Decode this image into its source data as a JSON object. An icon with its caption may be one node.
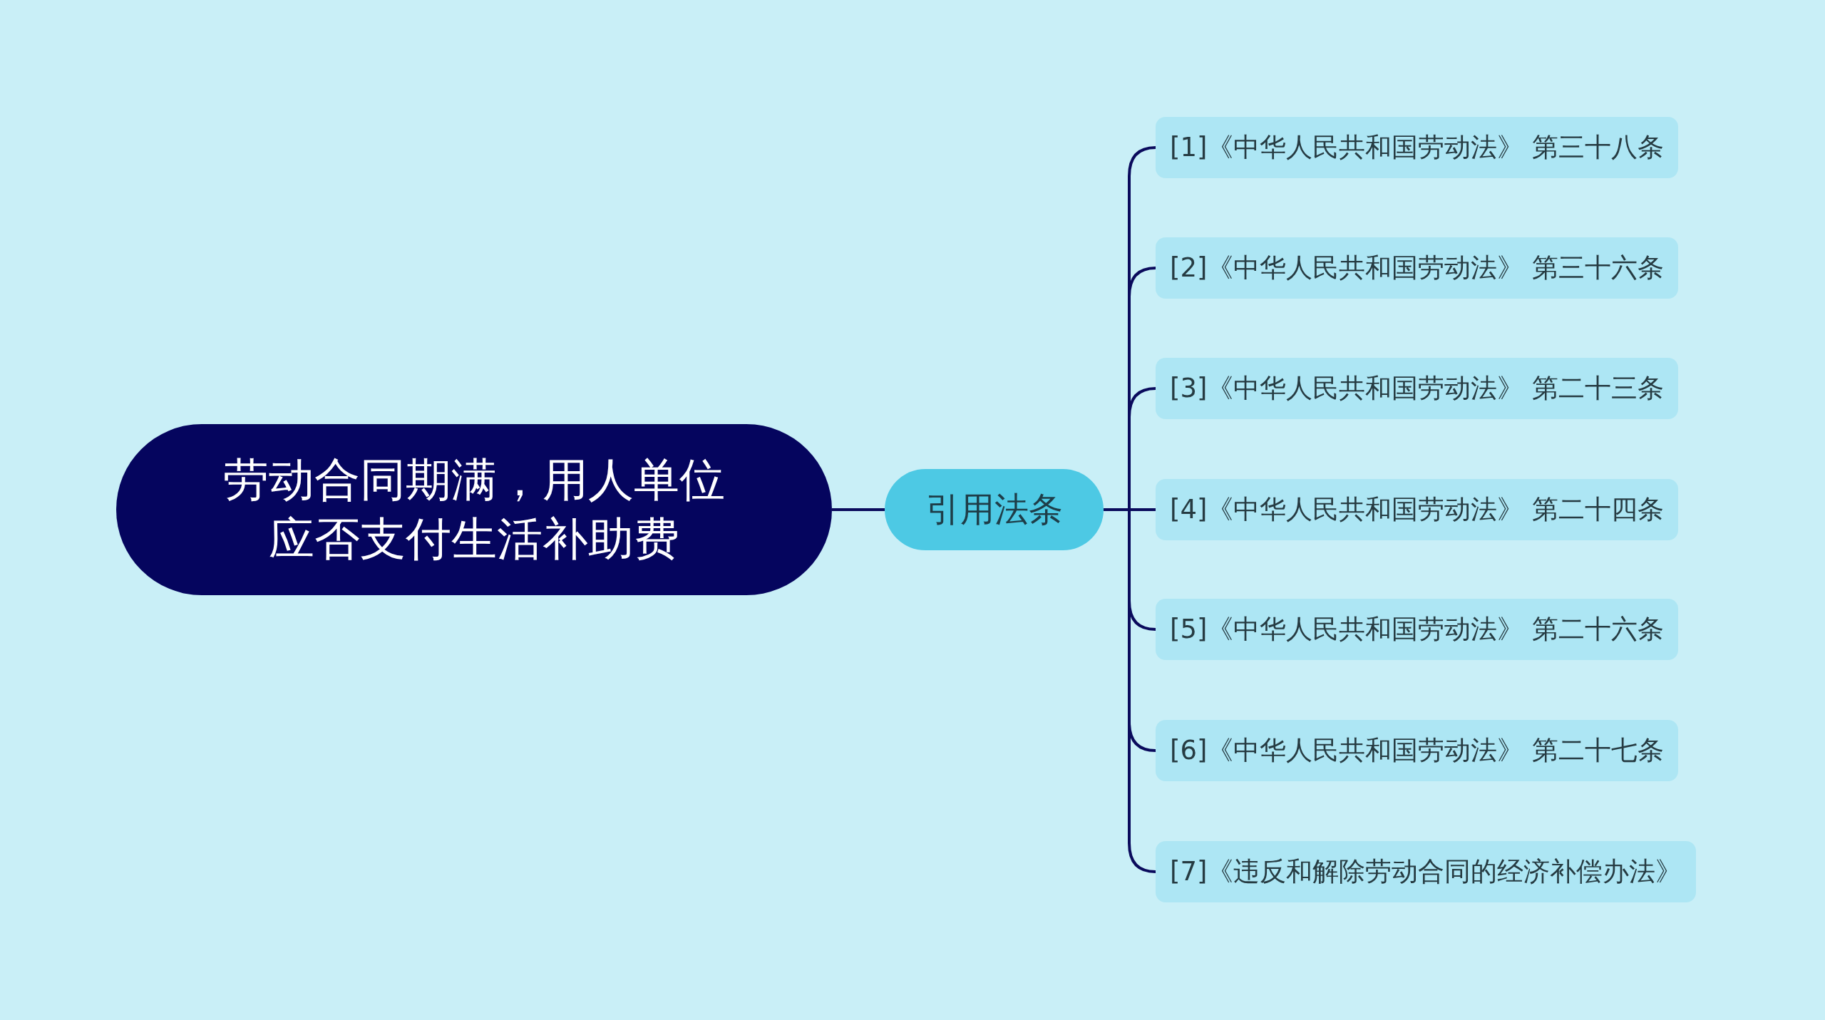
{
  "diagram": {
    "nodes": [
      {
        "text": [
          "劳动合同期满，用人单位应否支付生活补助费"
        ]
      },
      {
        "text": [
          "引用法条"
        ]
      },
      {
        "text": [
          "[1]《中华人民共和国劳动法》 第三十八条"
        ]
      },
      {
        "text": [
          "[2]《中华人民共和国劳动法》 第三十六条"
        ]
      },
      {
        "text": [
          "[3]《中华人民共和国劳动法》 第二十三条"
        ]
      },
      {
        "text": [
          "[4]《中华人民共和国劳动法》 第二十四条"
        ]
      },
      {
        "text": [
          "[5]《中华人民共和国劳动法》 第二十六条"
        ]
      },
      {
        "text": [
          "[6]《中华人民共和国劳动法》 第二十七条"
        ]
      },
      {
        "text": [
          "[7]《违反和解除劳动合同的经济补偿办法》"
        ]
      }
    ],
    "edges": [
      {
        "from": 0,
        "to": 1,
        "arrow": "none"
      },
      {
        "from": 1,
        "to": 2,
        "arrow": "none"
      },
      {
        "from": 1,
        "to": 3,
        "arrow": "none"
      },
      {
        "from": 1,
        "to": 4,
        "arrow": "none"
      },
      {
        "from": 1,
        "to": 5,
        "arrow": "none"
      },
      {
        "from": 1,
        "to": 6,
        "arrow": "none"
      },
      {
        "from": 1,
        "to": 7,
        "arrow": "none"
      },
      {
        "from": 1,
        "to": 8,
        "arrow": "none"
      }
    ]
  }
}
